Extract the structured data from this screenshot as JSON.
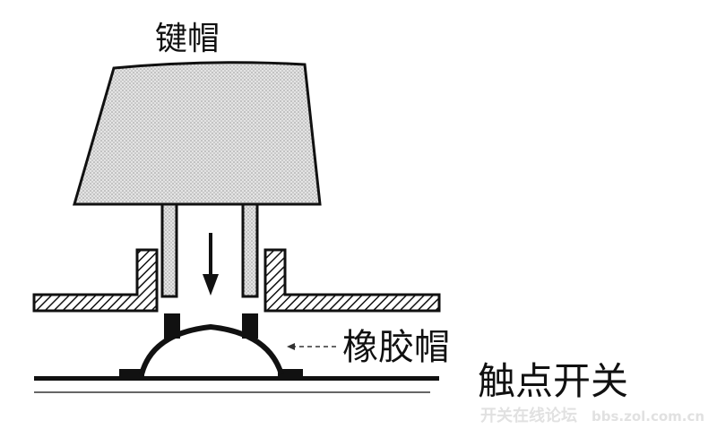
{
  "labels": {
    "keycap": "键帽",
    "rubber_dome": "橡胶帽",
    "contact_switch": "触点开关"
  },
  "watermark": {
    "name": "开关在线论坛",
    "url": "bbs.zol.com.cn"
  },
  "colors": {
    "ink": "#111111",
    "keycap_fill": "#dcdcdc"
  }
}
